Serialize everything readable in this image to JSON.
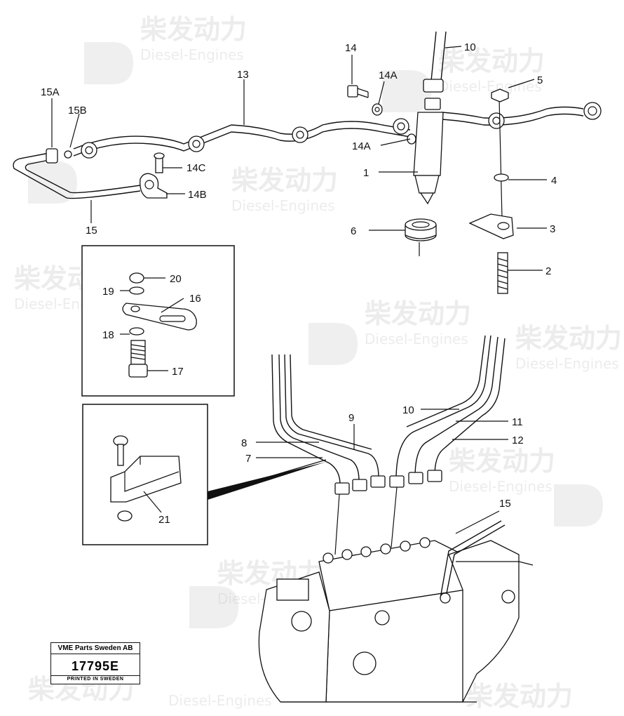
{
  "callouts": {
    "c1": "1",
    "c2": "2",
    "c3": "3",
    "c4": "4",
    "c5": "5",
    "c6": "6",
    "c7": "7",
    "c8": "8",
    "c9": "9",
    "c10_top": "10",
    "c10_bottom": "10",
    "c11": "11",
    "c12": "12",
    "c13": "13",
    "c14": "14",
    "c14a_top": "14A",
    "c14a_mid": "14A",
    "c14b": "14B",
    "c14c": "14C",
    "c15a": "15A",
    "c15b": "15B",
    "c15_left": "15",
    "c15_right": "15",
    "c16": "16",
    "c17": "17",
    "c18": "18",
    "c19": "19",
    "c20": "20",
    "c21": "21"
  },
  "label_box": {
    "company": "VME Parts Sweden AB",
    "number": "17795E",
    "printed": "PRINTED IN SWEDEN"
  },
  "watermark": {
    "brand": "柴发动力",
    "brand_sub": "Diesel-Engines"
  }
}
